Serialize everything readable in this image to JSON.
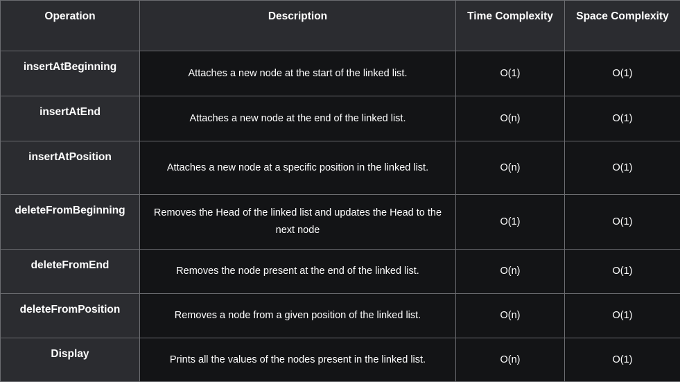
{
  "table": {
    "headers": {
      "operation": "Operation",
      "description": "Description",
      "time": "Time Complexity",
      "space": "Space Complexity"
    },
    "rows": [
      {
        "operation": "insertAtBeginning",
        "description": "Attaches a new node at the start of the linked list.",
        "time": "O(1)",
        "space": "O(1)"
      },
      {
        "operation": "insertAtEnd",
        "description": "Attaches a new node at the end of the linked list.",
        "time": "O(n)",
        "space": "O(1)"
      },
      {
        "operation": "insertAtPosition",
        "description": "Attaches a new node at a specific position in the linked list.",
        "time": "O(n)",
        "space": "O(1)"
      },
      {
        "operation": "deleteFromBeginning",
        "description": "Removes the Head of the linked list and updates the Head to the next node",
        "time": "O(1)",
        "space": "O(1)"
      },
      {
        "operation": "deleteFromEnd",
        "description": "Removes the node present at the end of the linked list.",
        "time": "O(n)",
        "space": "O(1)"
      },
      {
        "operation": "deleteFromPosition",
        "description": "Removes a node from a given position of the linked list.",
        "time": "O(n)",
        "space": "O(1)"
      },
      {
        "operation": "Display",
        "description": "Prints all the values of the nodes present in the linked list.",
        "time": "O(n)",
        "space": "O(1)"
      }
    ]
  }
}
